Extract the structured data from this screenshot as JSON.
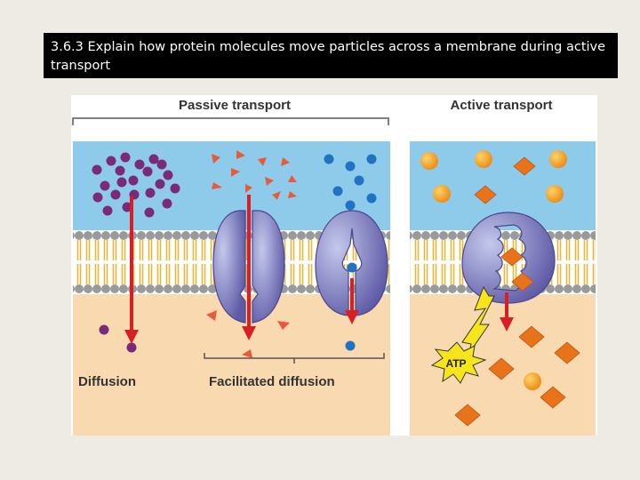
{
  "slide": {
    "title": "3.6.3 Explain how protein molecules move particles across a membrane during active transport"
  },
  "diagram": {
    "passive_heading": "Passive transport",
    "active_heading": "Active transport",
    "diffusion_label": "Diffusion",
    "facilitated_label": "Facilitated diffusion",
    "atp_label": "ATP"
  },
  "colors": {
    "outside": "#8ecbea",
    "inside": "#f8d9b0",
    "arrow": "#d91f26",
    "purple_particle": "#7a2a78",
    "triangle_particle": "#e85a3c",
    "blue_particle": "#1f73c2",
    "orange_particle": "#f4a024",
    "diamond_particle": "#e8731a",
    "atp_burst": "#f6e51a"
  }
}
